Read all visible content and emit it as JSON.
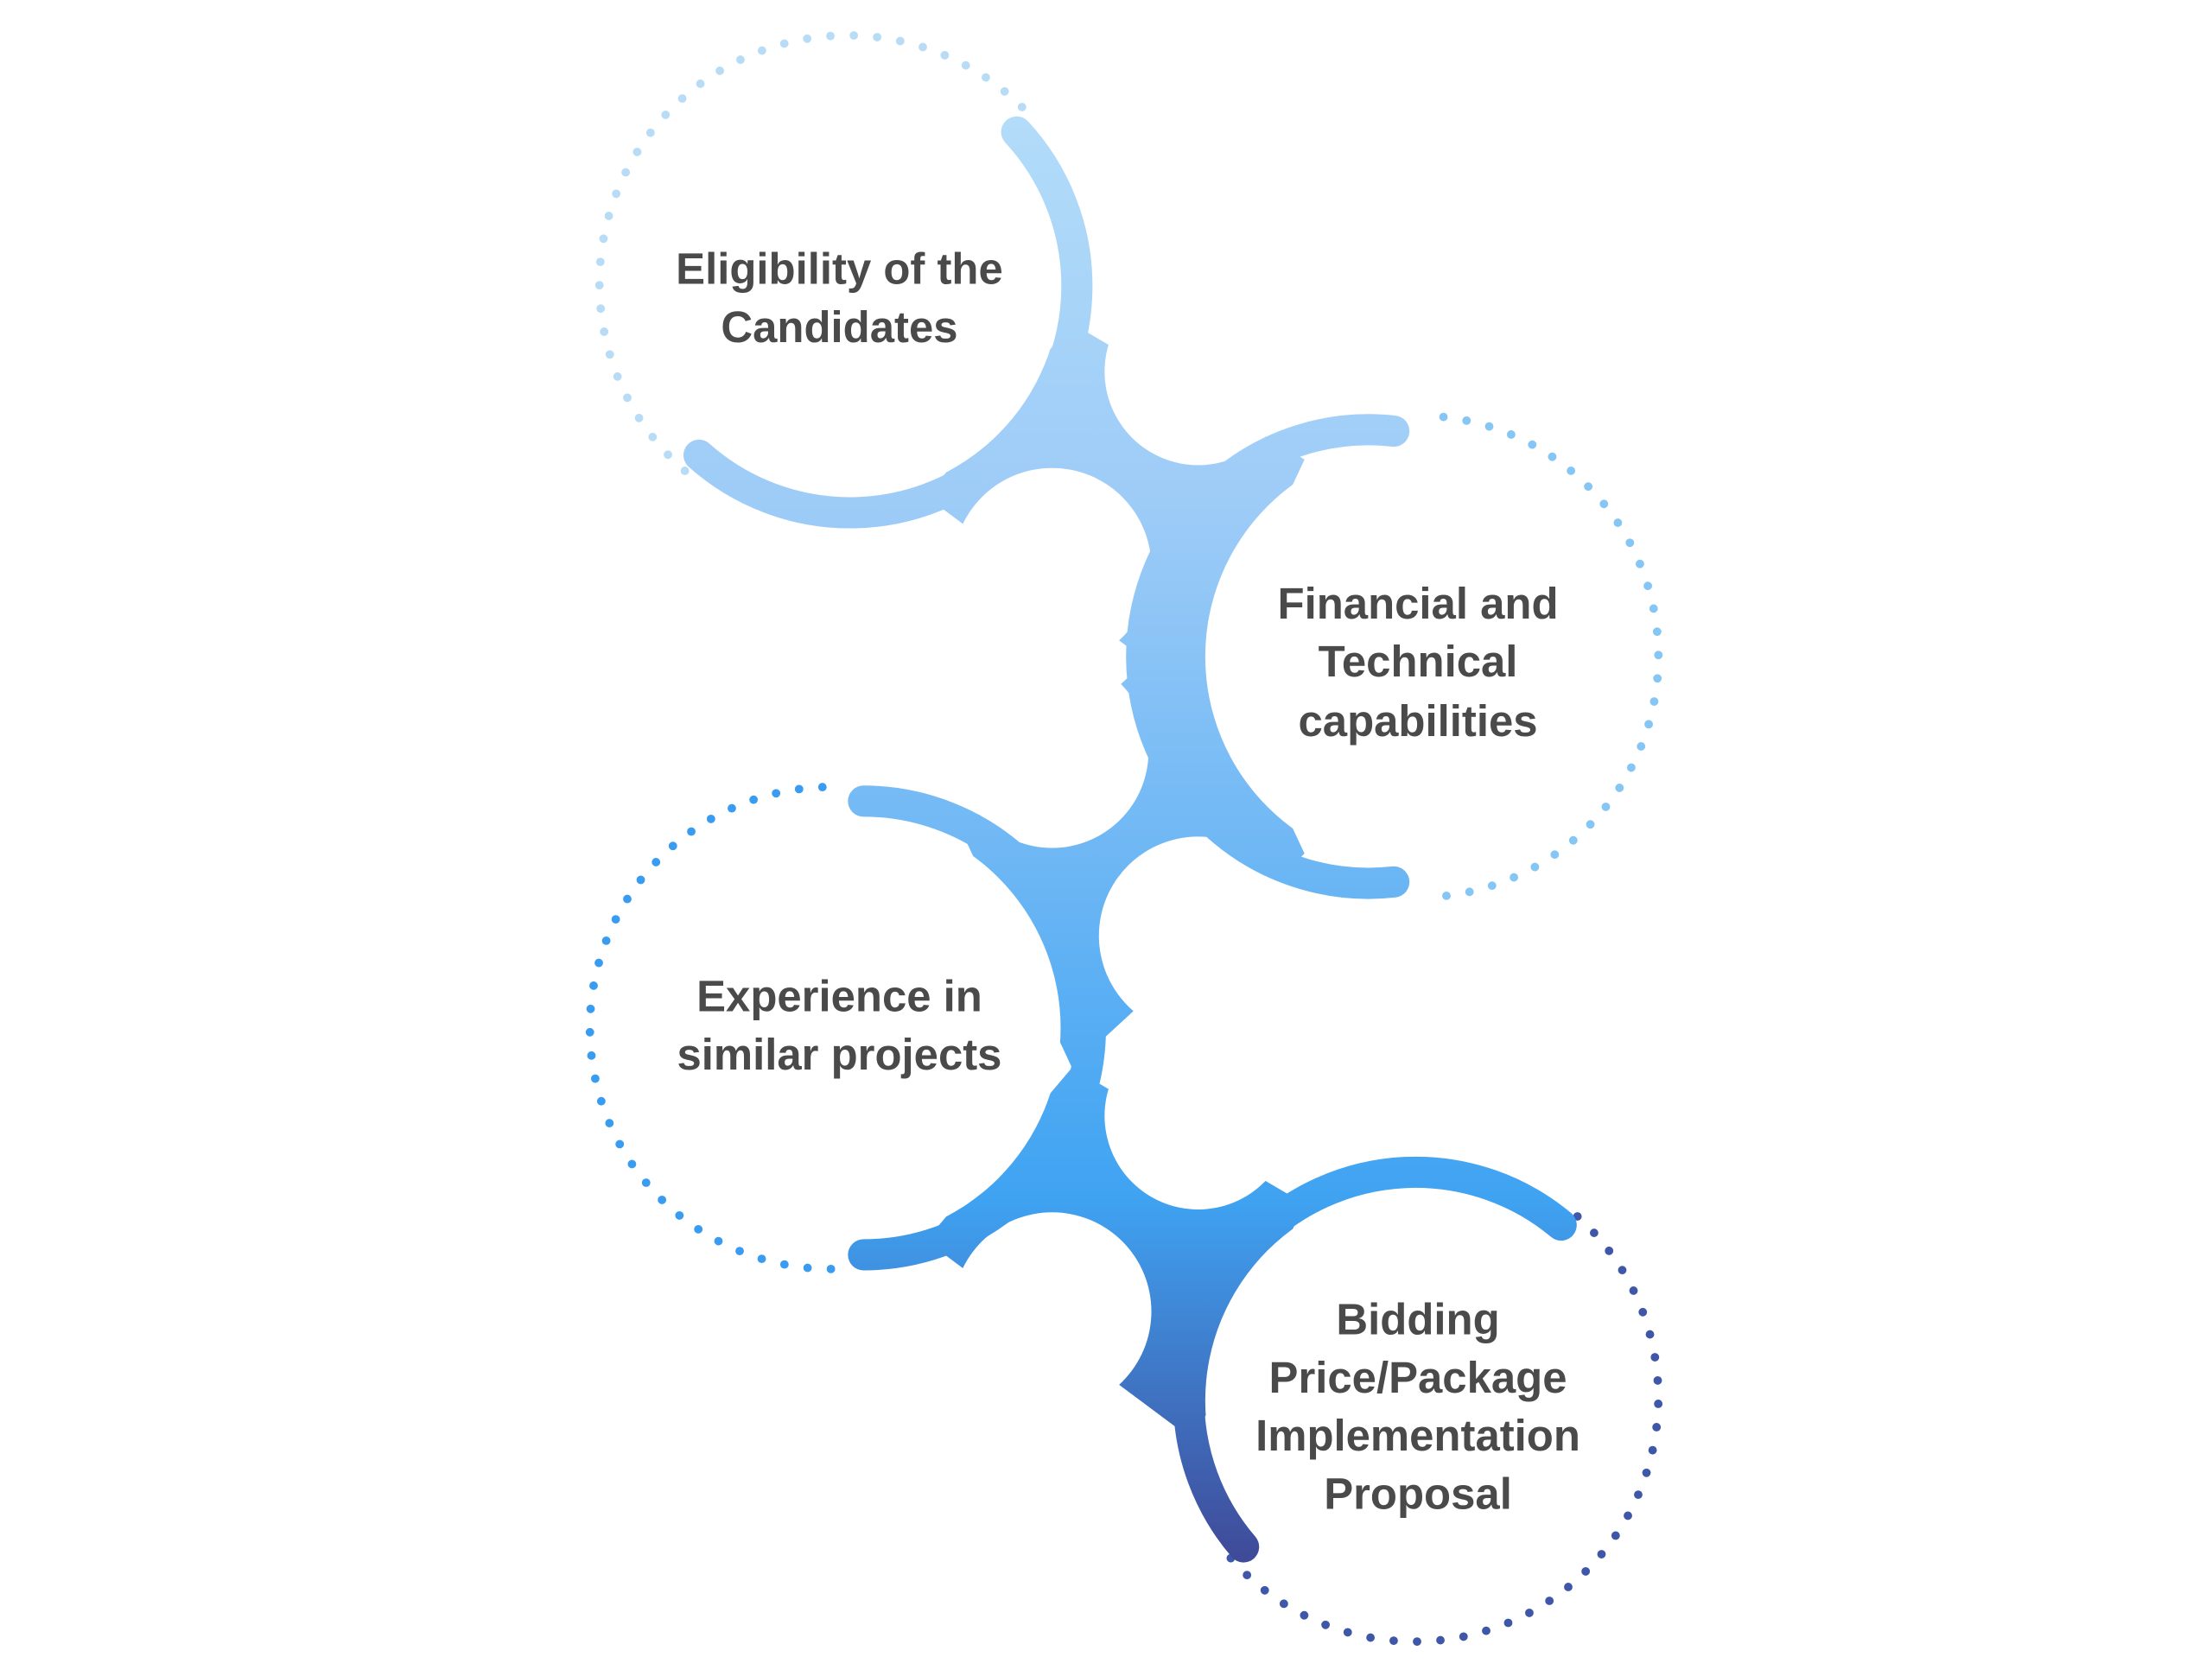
{
  "steps": [
    {
      "lines": [
        "Eligibility of the",
        "Candidates"
      ],
      "dot_color": "#b8dcf6"
    },
    {
      "lines": [
        "Financial and",
        "Technical",
        "capabilities"
      ],
      "dot_color": "#86c6f5"
    },
    {
      "lines": [
        "Experience in",
        "similar projects"
      ],
      "dot_color": "#3a9cf0"
    },
    {
      "lines": [
        "Bidding",
        "Price/Package",
        "Implementation",
        "Proposal"
      ],
      "dot_color": "#3e57a8"
    }
  ],
  "colors": {
    "gradient_top": "#b3dcf9",
    "gradient_mid": "#3fa3f2",
    "gradient_bottom": "#3f4a98",
    "text": "#4a4a4a"
  }
}
